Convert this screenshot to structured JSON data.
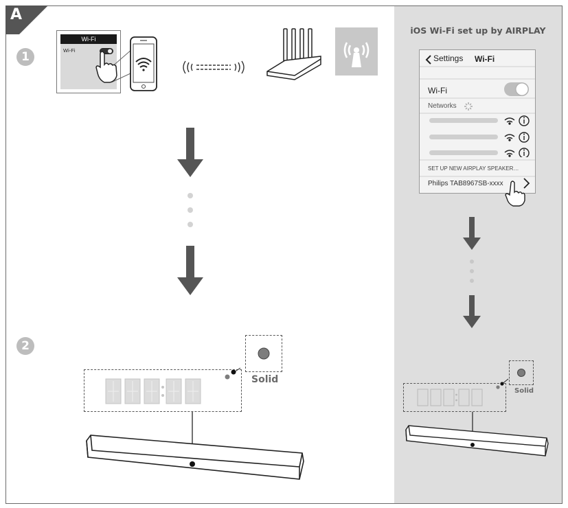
{
  "figure": {
    "label": "A",
    "steps": [
      "1",
      "2"
    ],
    "wifi_card": {
      "header": "Wi-Fi",
      "row_label": "Wi-Fi"
    },
    "ios_panel": {
      "title": "iOS Wi-Fi set up by AIRPLAY",
      "back_label": "Settings",
      "screen_title": "Wi-Fi",
      "wifi_label": "Wi-Fi",
      "networks_label": "Networks",
      "setup_label": "SET UP NEW AIRPLAY SPEAKER…",
      "device_name": "Philips TAB8967SB-xxxx"
    },
    "indicator_label": "Solid",
    "colors": {
      "panel": "#dedede",
      "arrow": "#555555",
      "dot": "#d3d3d3",
      "led": "#7d7d7d"
    },
    "icons": [
      "hand-pointer-icon",
      "phone-icon",
      "wifi-icon",
      "signal-waves-icon",
      "router-icon",
      "broadcast-tower-icon",
      "chevron-right-icon",
      "info-icon",
      "toggle-icon",
      "spinner-icon",
      "down-arrow-icon",
      "soundbar-icon"
    ]
  }
}
